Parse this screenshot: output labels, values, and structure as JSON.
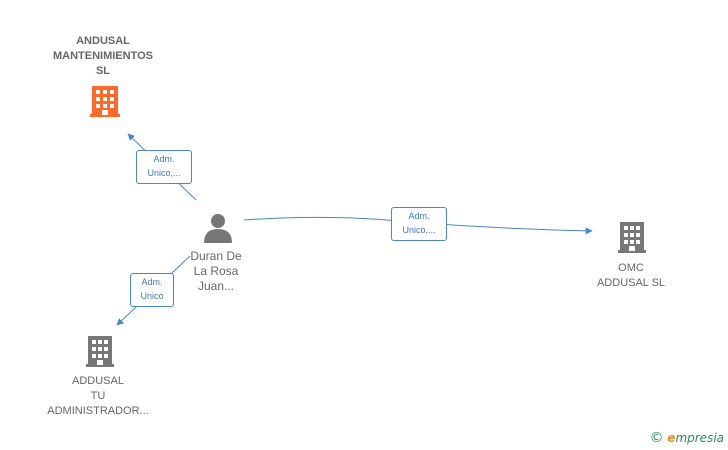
{
  "nodes": {
    "company_top": {
      "label": "ANDUSAL\nMANTENIMIENTOS\nSL",
      "color": "#ff6a2b"
    },
    "person": {
      "label": "Duran De\nLa Rosa\nJuan..."
    },
    "company_right": {
      "label": "OMC\nADDUSAL  SL",
      "color": "#777777"
    },
    "company_bottom": {
      "label": "ADDUSAL\nTU\nADMINISTRADOR...",
      "color": "#777777"
    }
  },
  "edges": {
    "to_top": {
      "label": "Adm.\nUnico,..."
    },
    "to_right": {
      "label": "Adm.\nUnico,..."
    },
    "to_bottom": {
      "label": "Adm.\nUnico"
    }
  },
  "colors": {
    "edge": "#4a86c8",
    "person_icon": "#777777"
  },
  "brand": {
    "copyright": "©",
    "initial": "e",
    "rest": "mpresia"
  }
}
